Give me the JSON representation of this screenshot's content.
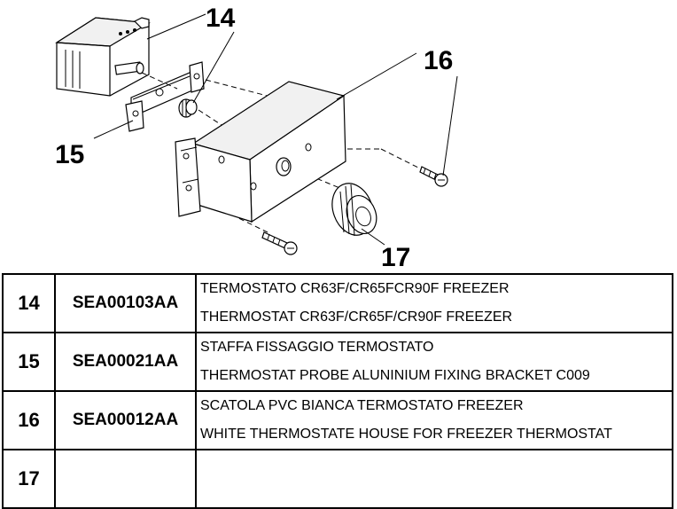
{
  "diagram": {
    "callouts": {
      "c14": "14",
      "c15": "15",
      "c16": "16",
      "c17": "17"
    }
  },
  "parts": [
    {
      "number": "14",
      "code": "SEA00103AA",
      "description_it": "TERMOSTATO CR63F/CR65FCR90F FREEZER",
      "description_en": "THERMOSTAT CR63F/CR65F/CR90F FREEZER"
    },
    {
      "number": "15",
      "code": "SEA00021AA",
      "description_it": "STAFFA FISSAGGIO TERMOSTATO",
      "description_en": "THERMOSTAT PROBE ALUNINIUM FIXING BRACKET C009"
    },
    {
      "number": "16",
      "code": "SEA00012AA",
      "description_it": "SCATOLA PVC BIANCA TERMOSTATO FREEZER",
      "description_en": "WHITE THERMOSTATE HOUSE FOR FREEZER THERMOSTAT"
    },
    {
      "number": "17",
      "code": "",
      "description_it": "",
      "description_en": ""
    }
  ]
}
